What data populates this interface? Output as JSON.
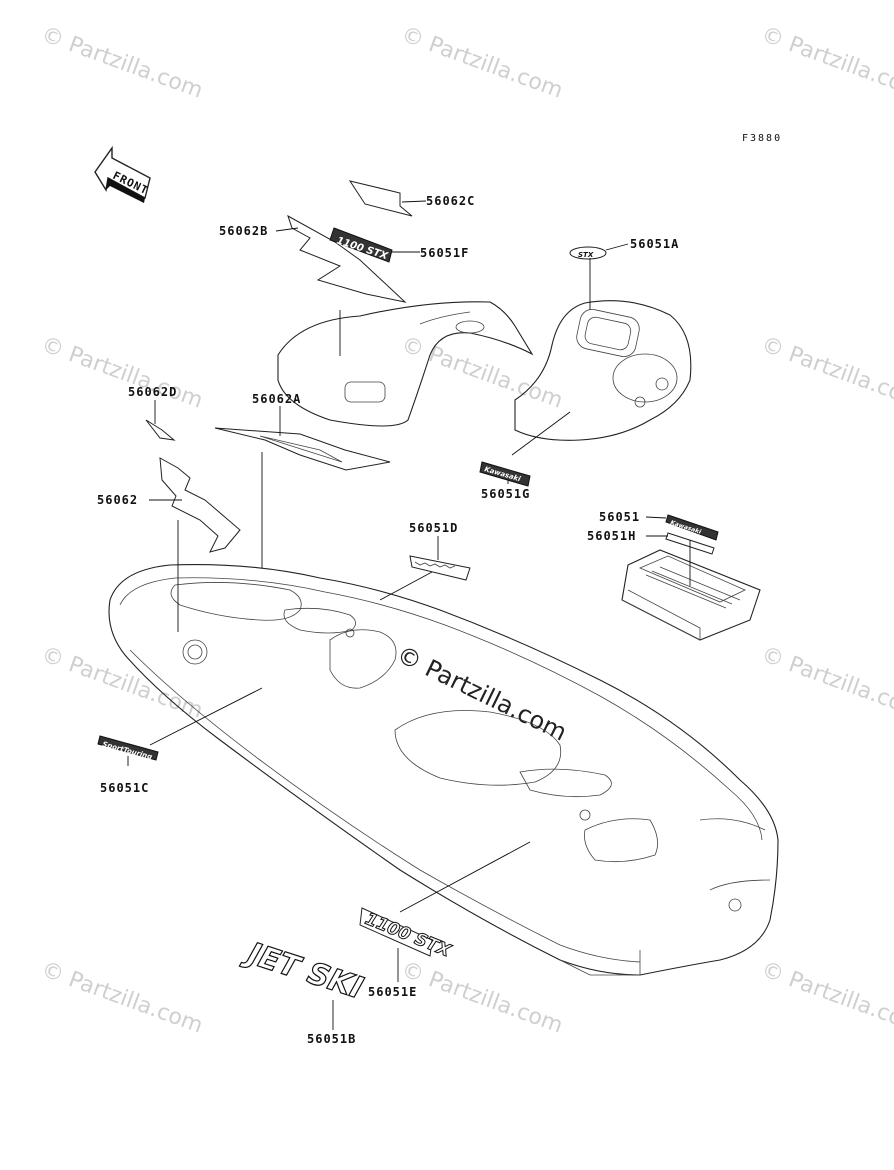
{
  "ref_code": "F3880",
  "front_arrow_label": "FRONT",
  "watermark_small": "© Partzilla.com",
  "watermark_center": "© Partzilla.com",
  "parts": {
    "p56062C": "56062C",
    "p56062B": "56062B",
    "p56051F": "56051F",
    "p56051A": "56051A",
    "p56062D": "56062D",
    "p56062A": "56062A",
    "p56062": "56062",
    "p56051G": "56051G",
    "p56051D": "56051D",
    "p56051": "56051",
    "p56051H": "56051H",
    "p56051C": "56051C",
    "p56051E": "56051E",
    "p56051B": "56051B"
  },
  "decals": {
    "jetski": "JET SKI",
    "model_f": "1100 STX",
    "model_e": "1100 STX",
    "badge_a": "STX",
    "badge_g": "Kawasaki",
    "badge_c": "SportTouring",
    "badge_51": "Kawasaki"
  }
}
